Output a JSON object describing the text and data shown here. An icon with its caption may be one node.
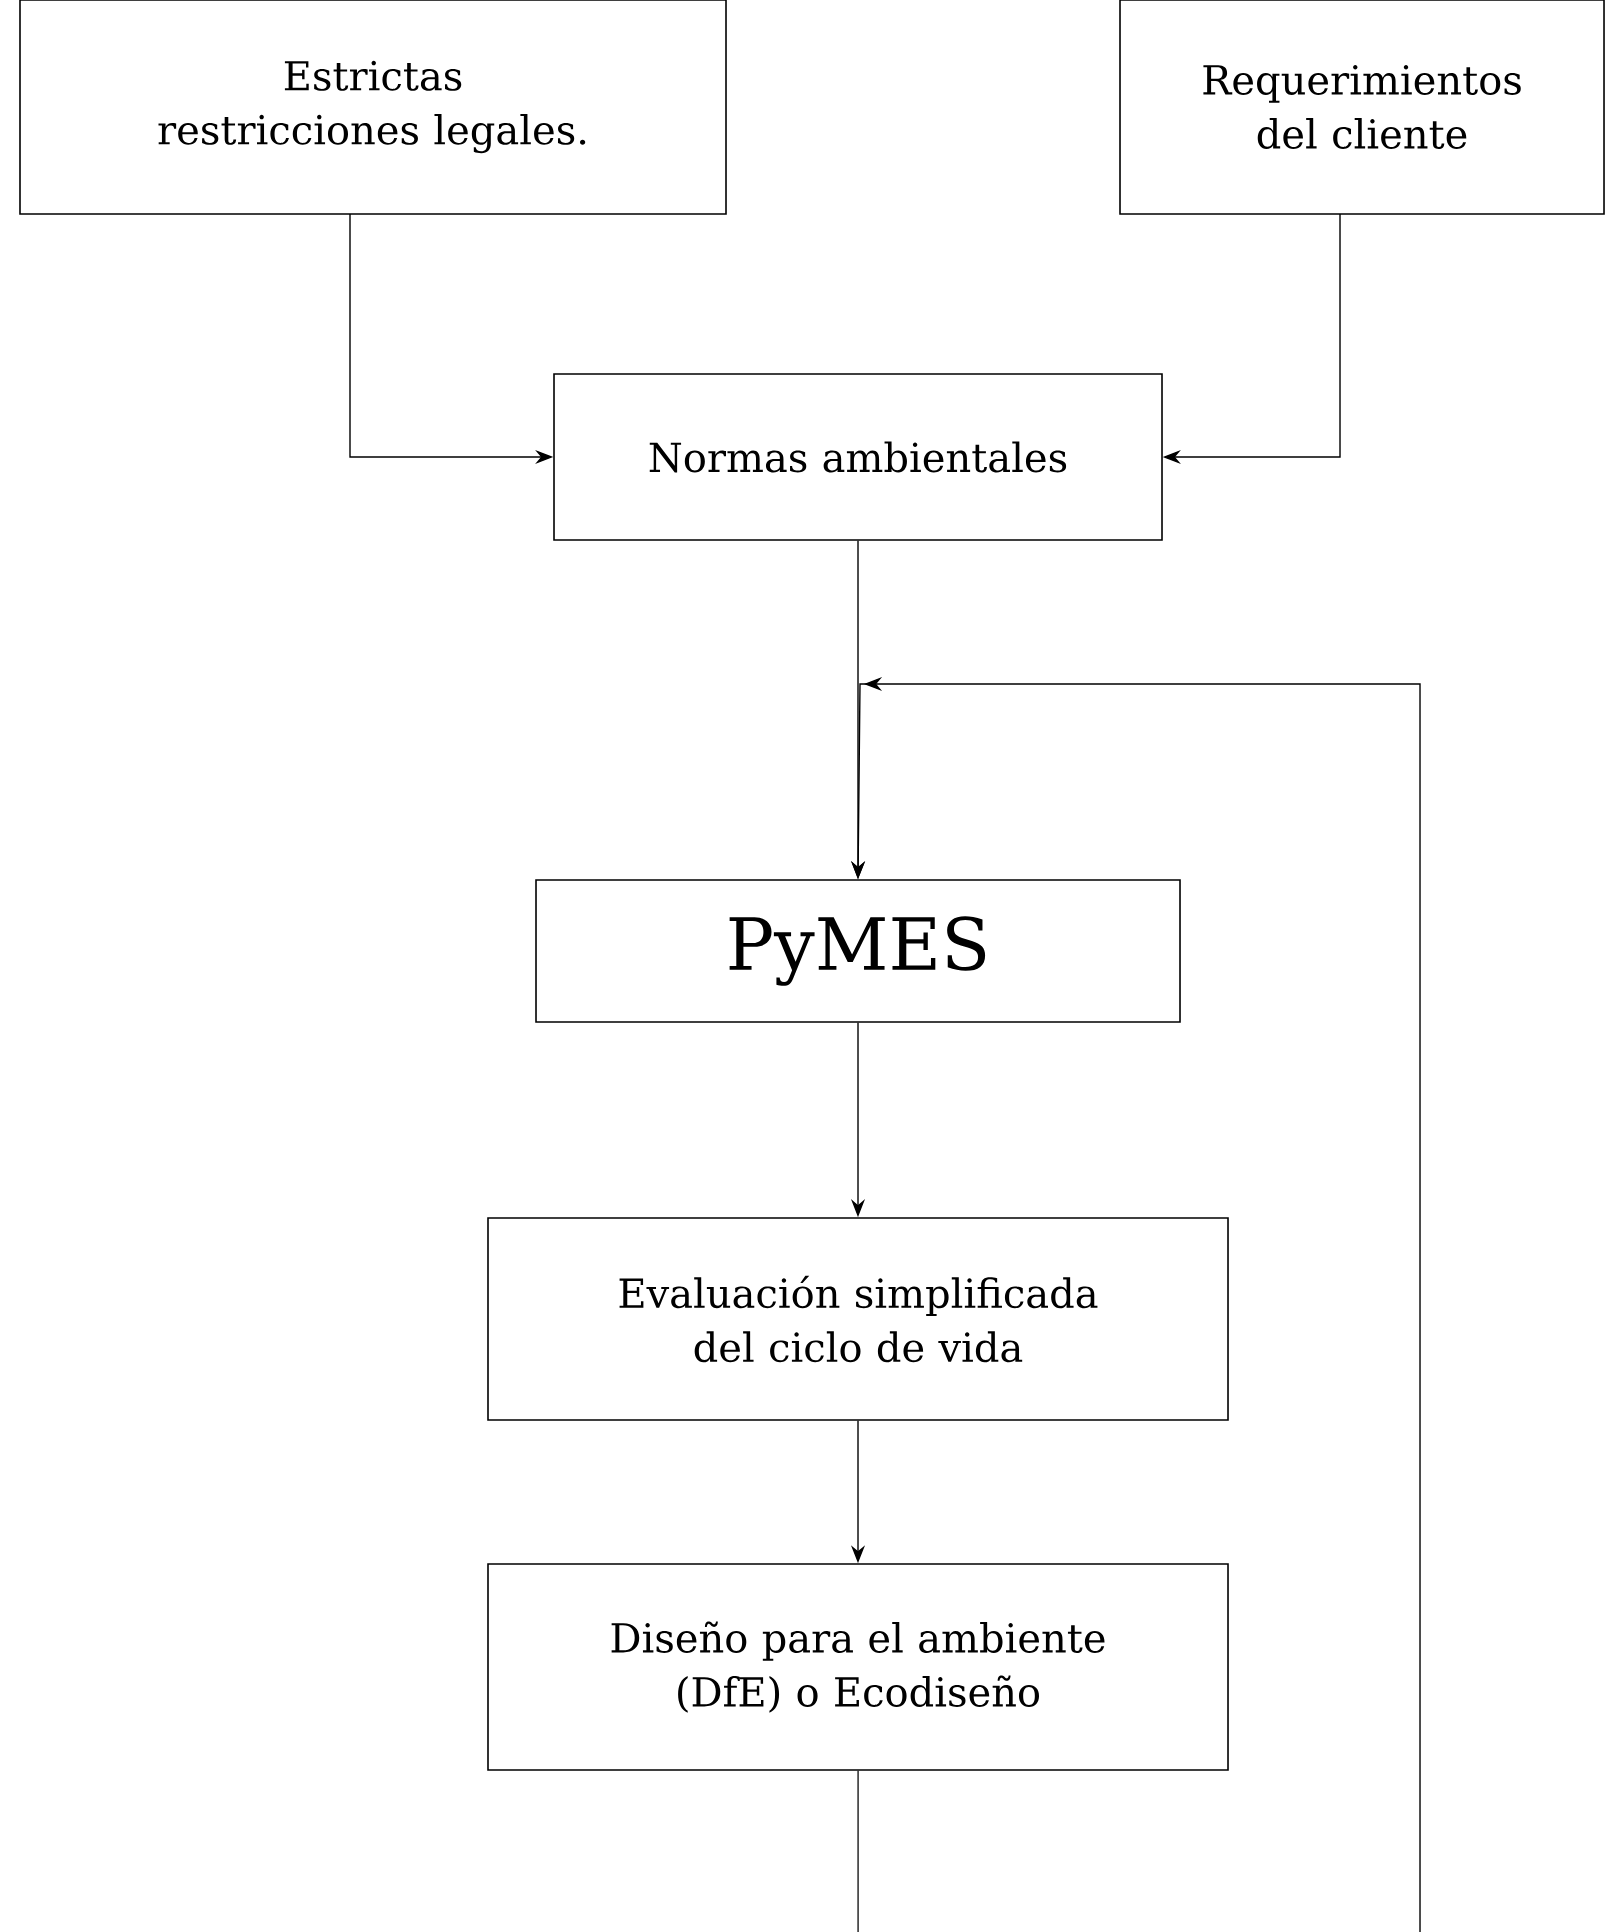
{
  "diagram": {
    "nodes": [
      {
        "text": [
          "Estrictas restricciones legales."
        ]
      },
      {
        "text": [
          "Requerimientos del cliente"
        ]
      },
      {
        "text": [
          "Normas ambientales"
        ]
      },
      {
        "text": [
          "PyMES"
        ]
      },
      {
        "text": [
          "Evaluación simplificada del ciclo de vida"
        ]
      },
      {
        "text": [
          "Diseño para el ambiente (DfE) o Ecodiseño"
        ]
      }
    ],
    "edges": [
      {
        "from": 0,
        "to": 2,
        "arrow": "to"
      },
      {
        "from": 1,
        "to": 2,
        "arrow": "to"
      },
      {
        "from": 2,
        "to": 3,
        "arrow": "to"
      },
      {
        "from": 3,
        "to": 4,
        "arrow": "to"
      },
      {
        "from": 4,
        "to": 5,
        "arrow": "to"
      },
      {
        "from": 5,
        "to": null,
        "arrow": "none"
      },
      {
        "from": null,
        "to": 3,
        "arrow": "to"
      }
    ]
  }
}
